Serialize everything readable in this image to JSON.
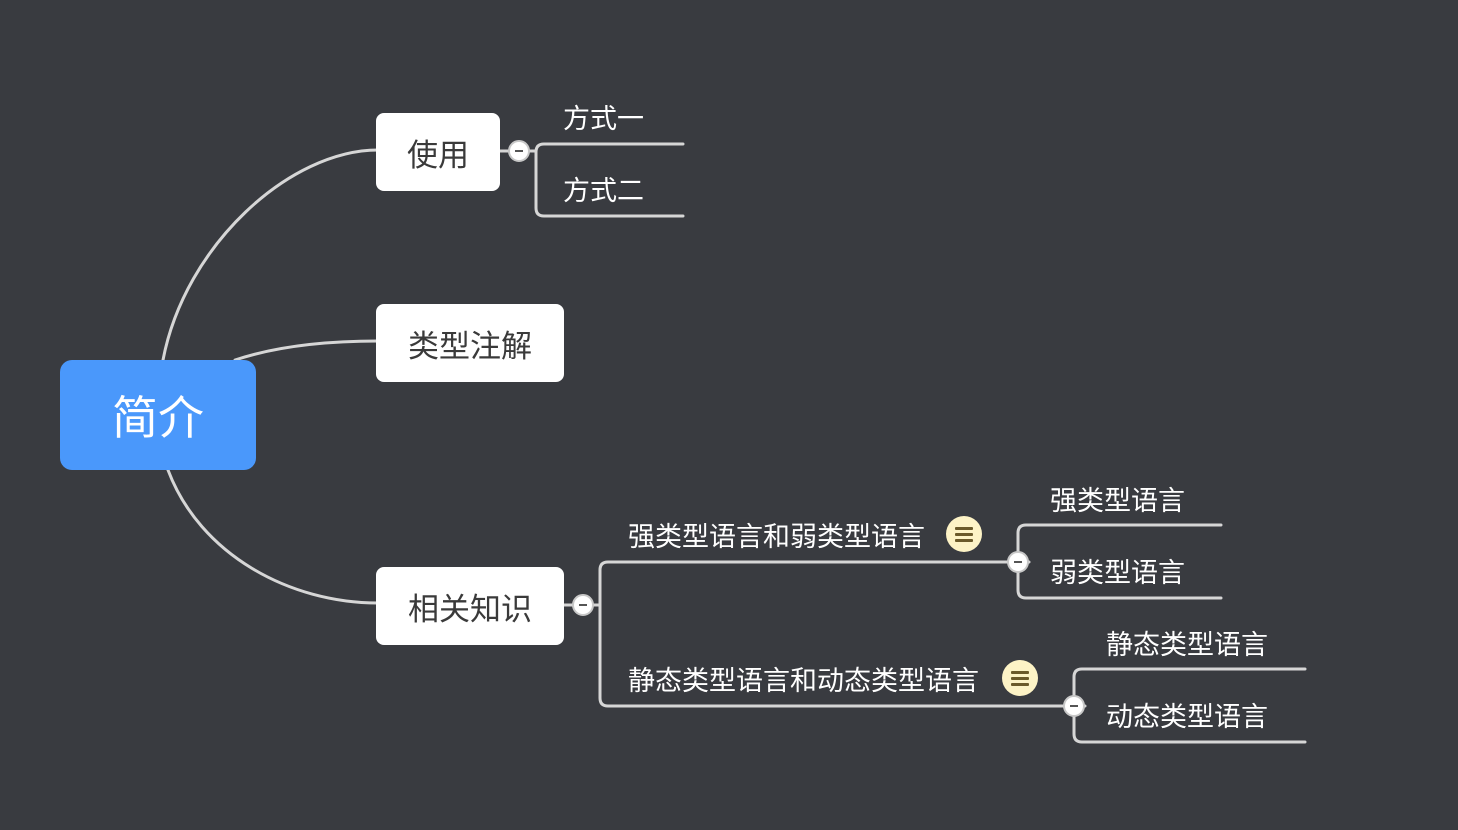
{
  "root": {
    "label": "简介"
  },
  "branches": {
    "usage": {
      "label": "使用",
      "children": [
        "方式一",
        "方式二"
      ]
    },
    "type_annotation": {
      "label": "类型注解"
    },
    "related": {
      "label": "相关知识",
      "topics": [
        {
          "label": "强类型语言和弱类型语言",
          "children": [
            "强类型语言",
            "弱类型语言"
          ]
        },
        {
          "label": "静态类型语言和动态类型语言",
          "children": [
            "静态类型语言",
            "动态类型语言"
          ]
        }
      ]
    }
  },
  "colors": {
    "background": "#393b40",
    "root": "#4a98fb",
    "node": "#ffffff",
    "connector": "#d6d6d6",
    "note": "#fdf3c6"
  },
  "icons": {
    "collapse": "minus-circle-icon",
    "note": "note-lines-icon"
  }
}
